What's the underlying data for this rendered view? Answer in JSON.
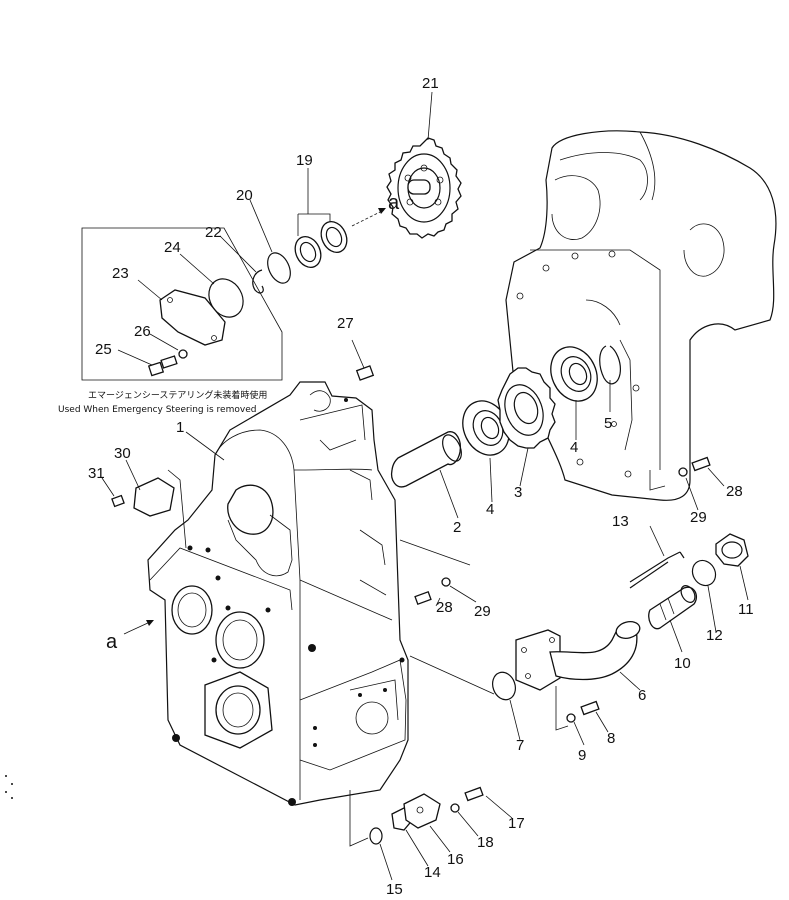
{
  "colors": {
    "line": "#111111",
    "background": "#ffffff"
  },
  "note": {
    "japanese": "エマージェンシーステアリング未装着時使用",
    "english": "Used When Emergency Steering is removed"
  },
  "arrow_markers": [
    "a",
    "a"
  ],
  "part_labels": [
    {
      "id": "p1",
      "text": "1"
    },
    {
      "id": "p2",
      "text": "2"
    },
    {
      "id": "p3",
      "text": "3"
    },
    {
      "id": "p4a",
      "text": "4"
    },
    {
      "id": "p4b",
      "text": "4"
    },
    {
      "id": "p5",
      "text": "5"
    },
    {
      "id": "p6",
      "text": "6"
    },
    {
      "id": "p7",
      "text": "7"
    },
    {
      "id": "p8",
      "text": "8"
    },
    {
      "id": "p9",
      "text": "9"
    },
    {
      "id": "p10",
      "text": "10"
    },
    {
      "id": "p11",
      "text": "11"
    },
    {
      "id": "p12",
      "text": "12"
    },
    {
      "id": "p13",
      "text": "13"
    },
    {
      "id": "p14",
      "text": "14"
    },
    {
      "id": "p15",
      "text": "15"
    },
    {
      "id": "p16",
      "text": "16"
    },
    {
      "id": "p17",
      "text": "17"
    },
    {
      "id": "p18",
      "text": "18"
    },
    {
      "id": "p19",
      "text": "19"
    },
    {
      "id": "p20",
      "text": "20"
    },
    {
      "id": "p21",
      "text": "21"
    },
    {
      "id": "p22",
      "text": "22"
    },
    {
      "id": "p23",
      "text": "23"
    },
    {
      "id": "p24",
      "text": "24"
    },
    {
      "id": "p25",
      "text": "25"
    },
    {
      "id": "p26",
      "text": "26"
    },
    {
      "id": "p27",
      "text": "27"
    },
    {
      "id": "p28a",
      "text": "28"
    },
    {
      "id": "p28b",
      "text": "28"
    },
    {
      "id": "p29a",
      "text": "29"
    },
    {
      "id": "p29b",
      "text": "29"
    },
    {
      "id": "p30",
      "text": "30"
    },
    {
      "id": "p31",
      "text": "31"
    }
  ]
}
